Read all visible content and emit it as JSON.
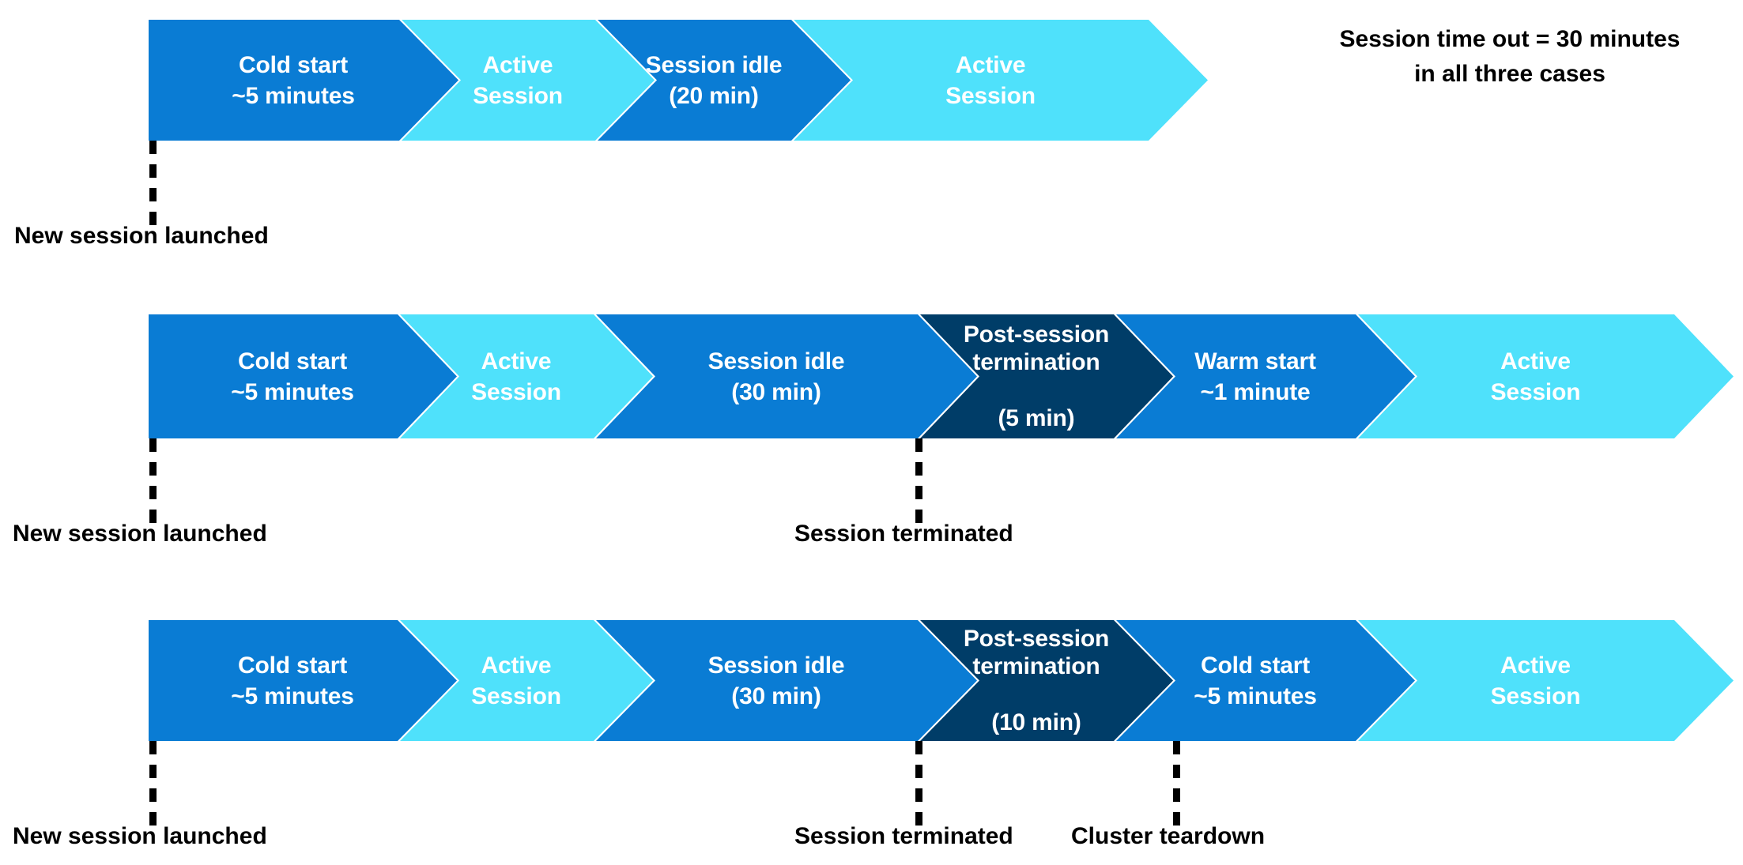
{
  "diagram": {
    "title_note": "Session time out = 30 minutes\nin all three cases",
    "colors": {
      "blue": "#0a7cd4",
      "cyan": "#4fe1fb",
      "navy": "#003d68",
      "marker": "#000000",
      "background": "#ffffff"
    },
    "rows": [
      {
        "id": "case-1",
        "segments": [
          {
            "label": "Cold start\n~5 minutes",
            "color": "blue"
          },
          {
            "label": "Active\nSession",
            "color": "cyan"
          },
          {
            "label": "Session idle\n(20 min)",
            "color": "blue"
          },
          {
            "label": "Active\nSession",
            "color": "cyan"
          }
        ],
        "markers": [
          {
            "label": "New session launched"
          }
        ]
      },
      {
        "id": "case-2",
        "segments": [
          {
            "label": "Cold start\n~5 minutes",
            "color": "blue"
          },
          {
            "label": "Active\nSession",
            "color": "cyan"
          },
          {
            "label": "Session idle\n(30 min)",
            "color": "blue"
          },
          {
            "label": "Post-session\ntermination\n\n(5 min)",
            "color": "navy"
          },
          {
            "label": "Warm start\n~1 minute",
            "color": "blue"
          },
          {
            "label": "Active\nSession",
            "color": "cyan"
          }
        ],
        "markers": [
          {
            "label": "New session launched"
          },
          {
            "label": "Session terminated"
          }
        ]
      },
      {
        "id": "case-3",
        "segments": [
          {
            "label": "Cold start\n~5 minutes",
            "color": "blue"
          },
          {
            "label": "Active\nSession",
            "color": "cyan"
          },
          {
            "label": "Session idle\n(30 min)",
            "color": "blue"
          },
          {
            "label": "Post-session\ntermination\n\n(10 min)",
            "color": "navy"
          },
          {
            "label": "Cold start\n~5 minutes",
            "color": "blue"
          },
          {
            "label": "Active\nSession",
            "color": "cyan"
          }
        ],
        "markers": [
          {
            "label": "New session launched"
          },
          {
            "label": "Session terminated"
          },
          {
            "label": "Cluster teardown"
          }
        ]
      }
    ]
  }
}
